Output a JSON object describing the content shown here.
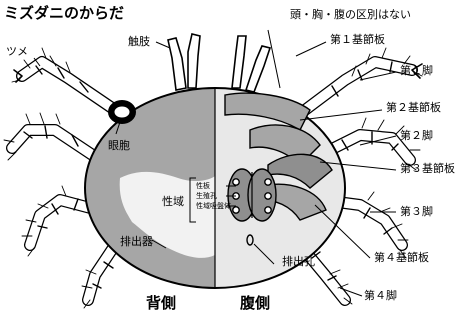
{
  "title": "ミズダニのからだ",
  "note": "頭・胸・腹の区別はない",
  "views": {
    "dorsal": "背側",
    "ventral": "腹側"
  },
  "labels": {
    "claw": "ツメ",
    "palp": "触肢",
    "eye": "眼胞",
    "genital_field": "性域",
    "excretory_organ": "排出器",
    "coxa1": "第１基節板",
    "leg1": "第１脚",
    "coxa2": "第２基節板",
    "leg2": "第２脚",
    "coxa3": "第３基節板",
    "leg3": "第３脚",
    "coxa4": "第４基節板",
    "leg4": "第４脚",
    "excretory_pore": "排出孔",
    "genital_plate": "性板",
    "genital_pore": "生殖孔",
    "genital_acetabula": "性域吸盤体"
  },
  "colors": {
    "body": "#a6a6a6",
    "ventral_light": "#e8e8e8",
    "pale_spot": "#f5f5f5",
    "ink": "#000000"
  }
}
